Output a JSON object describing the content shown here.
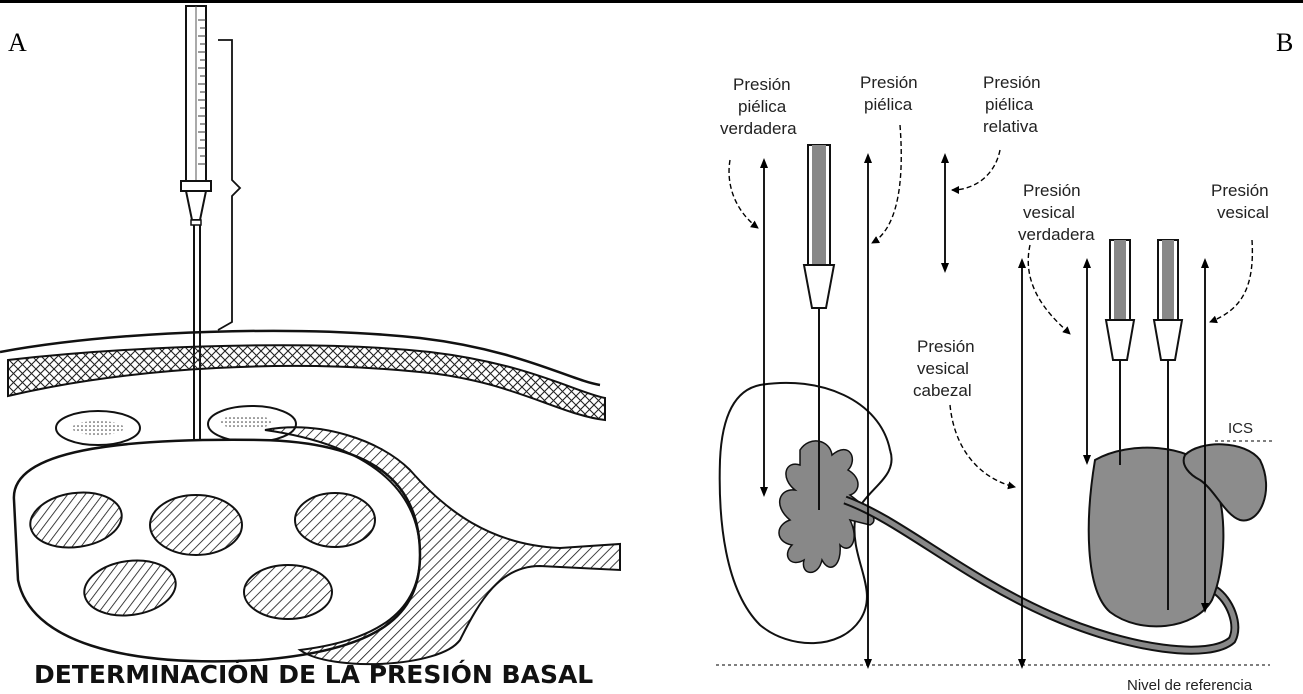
{
  "panels": {
    "a": {
      "letter": "A",
      "caption": "DETERMINACIÓN DE LA PRESIÓN BASAL"
    },
    "b": {
      "letter": "B",
      "labels": {
        "true_pelvic": [
          "Presión",
          "piélica",
          "verdadera"
        ],
        "pelvic": [
          "Presión",
          "piélica"
        ],
        "relative_pelvic": [
          "Presión",
          "piélica",
          "relativa"
        ],
        "true_vesical": [
          "Presión",
          "vesical",
          "verdadera"
        ],
        "vesical": [
          "Presión",
          "vesical"
        ],
        "head_vesical": [
          "Presión",
          "vesical",
          "cabezal"
        ],
        "ics": "ICS",
        "reference_level": "Nivel de referencia"
      }
    }
  }
}
